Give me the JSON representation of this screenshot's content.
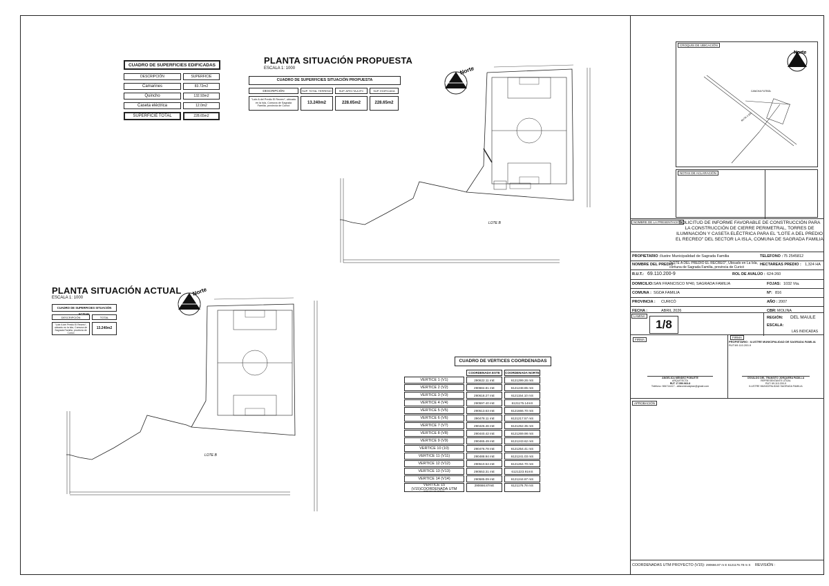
{
  "plan_proposed": {
    "title": "PLANTA SITUACIÓN PROPUESTA",
    "scale": "ESCALA 1: 1000",
    "table_title": "CUADRO DE SUPERFICIES SITUACIÓN PROPUESTA",
    "headers": [
      "DESCRIPCIÓN",
      "SUP. TOTAL TERRENO",
      "SUP. AFECTA A IFC",
      "SUP. EDIFICADA"
    ],
    "description": "\"Lote A del Predio El Recreo\", ubicado en la Isla, Comuna de Sagrada Familia, provincia de Curicó",
    "values": [
      "13.240m2",
      "228.65m2",
      "228.65m2"
    ]
  },
  "built_areas": {
    "title": "CUADRO DE SUPERFICIES EDIFICADAS",
    "headers": [
      "DESCRIPCIÓN",
      "SUPERFICIE"
    ],
    "rows": [
      [
        "Camarines",
        "83.72m2"
      ],
      [
        "Quincho",
        "132.93m2"
      ],
      [
        "Caseta eléctrica",
        "12.0m2"
      ]
    ],
    "total": [
      "SUPERFICIE TOTAL",
      "228.65m2"
    ]
  },
  "plan_current": {
    "title": "PLANTA SITUACIÓN ACTUAL",
    "scale": "ESCALA 1: 1000",
    "table_title": "CUADRO DE SUPERFICIES SITUACIÓN ACTUAL",
    "headers": [
      "DESCRIPCIÓN",
      "TOTAL"
    ],
    "description": "\"Lote A del Predio El Recreo\", ubicado en la Isla, Comuna de Sagrada Familia, provincia de Curicó",
    "value": "13.240m2"
  },
  "north_label": "Norte",
  "site_labels": {
    "lote_b": "LOTE B",
    "lote_b2": "LOTE B"
  },
  "vertices": {
    "title": "CUADRO DE VERTICES COORDENADAS",
    "headers": [
      "COORDENADA ESTE",
      "COORDENADA NORTE"
    ],
    "rows": [
      [
        "VERTICE 1 (V1)",
        "290622.11 mE",
        "6121299.26 mS"
      ],
      [
        "VERTICE 2 (V2)",
        "290684.81 mE",
        "6121248.85 mS"
      ],
      [
        "VERTICE 3 (V3)",
        "290618.27 mE",
        "6121154.10 mS"
      ],
      [
        "VERTICE 4 (V4)",
        "290597.40 mE",
        "6121175.14mS"
      ],
      [
        "VERTICE 5 (V5)",
        "290513.63 mE",
        "6121666.70 mS"
      ],
      [
        "VERTICE 6 (V6)",
        "290478.11 mE",
        "6121217.57 mS"
      ],
      [
        "VERTICE 7 (V7)",
        "290426.46 mE",
        "6121252.35 mS"
      ],
      [
        "VERTICE 8 (V8)",
        "290440.42 mE",
        "6121269.98 mS"
      ],
      [
        "VERTICE 9 (V9)",
        "290465.49 mE",
        "6121243.62 mS"
      ],
      [
        "VERTICE 10 (10)",
        "290476.78 mE",
        "6121254.41 mS"
      ],
      [
        "VERTICE 11 (V11)",
        "290488.94 mE",
        "6121241.03 mS"
      ],
      [
        "VERTICE 12 (V12)",
        "290510.54 mE",
        "6121264.70 mS"
      ],
      [
        "VERTICE 13 (V13)",
        "290553.31 mE",
        "6121223.91mS"
      ],
      [
        "VERTICE 14 (V14)",
        "290585.09 mE",
        "6121244.87 mS"
      ],
      [
        "VERTICE 15 (V15)COORDENADA UTM PROYECTO",
        "290666.87mE",
        "6121176.78 mS"
      ]
    ]
  },
  "titleblock": {
    "location_label": "CROQUIS DE UBICACIÓN",
    "notes_label": "NOTAS DE ACLARACIÓN",
    "presentation_label": "NOMBRE DE LA PRESENTACIÓN",
    "presentation_text": "SOLICITUD DE INFORME FAVORABLE DE CONSTRUCCIÓN PARA LA CONSTRUCCIÓN DE CIERRE PERIMETRAL, TORRES DE ILUMINACIÓN Y CASETA ELÉCTRICA PARA EL \"LOTE A DEL PREDIO EL RECREO\" DEL SECTOR LA ISLA, COMUNA DE SAGRADA FAMILIA",
    "owner_label": "PROPIETARIO :",
    "owner": "Ilustre Municipalidad de Sagrada Familia",
    "phone_label": "TELEFONO :",
    "phone": "75 2545812",
    "property_label": "NOMBRE DEL PREDIO :",
    "property": "\"LOTE A DEL PREDIO EL RECREO\", Ubicado en La Isla, comuna de Sagrada Familia, provincia de Curicó",
    "hectares_label": "HECTAREAS PREDIO :",
    "hectares": "1,324 HA",
    "rut_label": "R.U.T.:",
    "rut": "69.110.200-9",
    "rol_label": "ROL DE AVALÚO :",
    "rol": "624-260",
    "address_label": "DOMICILIO:",
    "address": "SAN FRANCISCO Nº40, SAGRADA FAMILIA",
    "fojas_label": "FOJAS:",
    "fojas": "1032 Vta.",
    "comuna_label": "COMUNA :",
    "comuna": "SGDA FAMILIA",
    "num_label": "Nº:",
    "num": "816",
    "provincia_label": "PROVINCIA :",
    "provincia": "CURICÓ",
    "year_label": "AÑO :",
    "year": "2007",
    "date_label": "FECHA :",
    "date": "ABRIL 2026",
    "cbr_label": "CBR:",
    "cbr": "MOLINA",
    "lamina_label": "LAMINA",
    "lamina": "1/8",
    "region_label": "REGIÓN:",
    "region": "DEL MAULE",
    "escala_label": "ESCALA:",
    "escala": "LAS INDICADAS",
    "firma_label": "FIRMA",
    "firma2_label": "FIRMA",
    "signer1": "ANGELICA MENDEZ POBLETE",
    "signer1_role": "ARQUITECTA",
    "signer1_rut": "RUT 17.550.963-8",
    "signer1_contact": "Teléfono: 984714417 - alfarominostplan@gmail.com",
    "prop_sig": "PROPIETARIO : ILUSTRE MUNICIPALIDAD DE SAGRADA FAMILIA",
    "prop_sig_rut": "RUT:69.110.200-9",
    "signer2": "OSVALDO DEL TRANSITO JORQUERA PADILLA",
    "signer2_role": "REPRESENTANTE LEGAL",
    "signer2_rut": "RUT: 69.110.200-9",
    "signer2_extra": "ILUSTRE MUNICIPALIDAD SAGRADA FAMILIA",
    "approval_label": "APROBACIÓN",
    "coords_label": "COORDENADAS  UTM PROYECTO (V15):",
    "coords": "290666.87 m E  6121176.78 m S",
    "revision_label": "REVISIÓN :"
  },
  "sketch": {
    "label1": "CANCHA FUTBOL",
    "label2": "RUTA J-110",
    "north": "Norte"
  }
}
